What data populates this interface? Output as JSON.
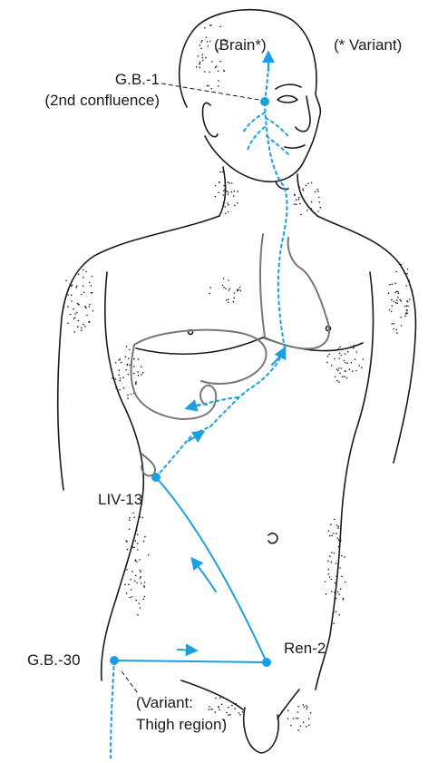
{
  "labels": {
    "brain": "(Brain*)",
    "variant_note": "(* Variant)",
    "gb1": "G.B.-1",
    "gb1_sub": "(2nd confluence)",
    "liv13": "LIV-13",
    "ren2": "Ren-2",
    "gb30": "G.B.-30",
    "variant_thigh_1": "(Variant:",
    "variant_thigh_2": "Thigh region)"
  },
  "colors": {
    "channel": "#1aa0e0",
    "outline": "#1a1a1a",
    "organ": "#777777",
    "text": "#1a1a1a"
  }
}
